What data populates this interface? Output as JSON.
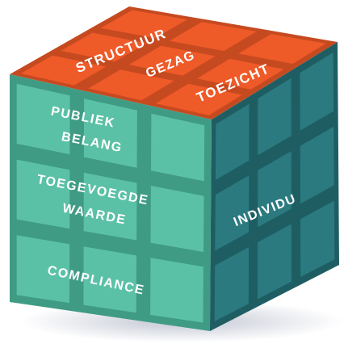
{
  "colors": {
    "top_faces": "#ef5a29",
    "front_faces": "#5bc1a6",
    "side_faces": "#2b7a80",
    "gaps": "#c64a20",
    "label_text": "#ffffff"
  },
  "cube": {
    "top_labels": {
      "structuur": "STRUCTUUR",
      "gezag": "GEZAG",
      "toezicht": "TOEZICHT"
    },
    "front_labels": {
      "publiek_belang_line1": "PUBLIEK",
      "publiek_belang_line2": "BELANG",
      "toegevoegde_waarde_line1": "TOEGEVOEGDE",
      "toegevoegde_waarde_line2": "WAARDE",
      "compliance": "COMPLIANCE"
    },
    "side_labels": {
      "individu": "INDIVIDU"
    }
  }
}
